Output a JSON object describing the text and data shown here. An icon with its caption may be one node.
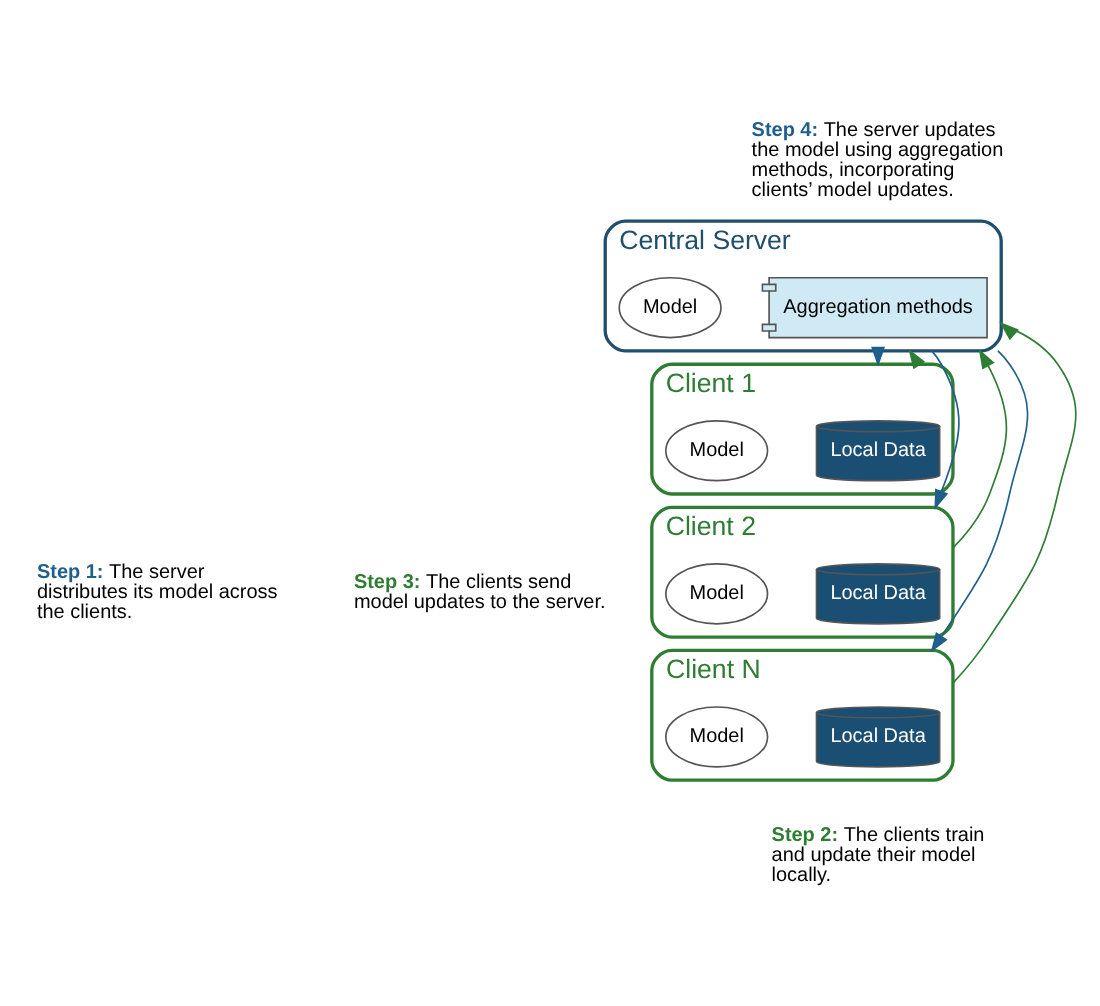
{
  "diagram": {
    "nodes": [
      {
        "text": [
          "Central Server"
        ]
      },
      {
        "text": [
          "Aggregation methods"
        ],
        "in": 0
      },
      {
        "text": [
          "Model"
        ],
        "in": 0
      },
      {
        "text": [
          "Client 1"
        ]
      },
      {
        "text": [
          "Local Data"
        ],
        "in": 3
      },
      {
        "text": [
          "Model"
        ],
        "in": 3
      },
      {
        "text": [
          "Client 2"
        ]
      },
      {
        "text": [
          "Local Data"
        ],
        "in": 6
      },
      {
        "text": [
          "Model"
        ],
        "in": 6
      },
      {
        "text": [
          "Client N"
        ]
      },
      {
        "text": [
          "Local Data"
        ],
        "in": 9
      },
      {
        "text": [
          "Model"
        ],
        "in": 9
      }
    ],
    "edges": [
      {
        "from": 0,
        "to": 3,
        "arrow": "to",
        "color": "#1f5f8b"
      },
      {
        "from": 0,
        "to": 6,
        "arrow": "to",
        "color": "#1f5f8b"
      },
      {
        "from": 0,
        "to": 9,
        "arrow": "to",
        "color": "#1f5f8b"
      },
      {
        "from": 3,
        "to": 0,
        "arrow": "to",
        "color": "#2e7d32"
      },
      {
        "from": 6,
        "to": 0,
        "arrow": "to",
        "color": "#2e7d32"
      },
      {
        "from": 9,
        "to": 0,
        "arrow": "to",
        "color": "#2e7d32"
      }
    ],
    "labels": [
      "**Step 4:** The server updates the model using aggregation methods, incorporating clients’ model updates.",
      "**Step 1:** The server distributes its model across the clients.",
      "**Step 3:** The clients send model updates to the server.",
      "**Step 2:** The clients train and update their model locally."
    ]
  }
}
